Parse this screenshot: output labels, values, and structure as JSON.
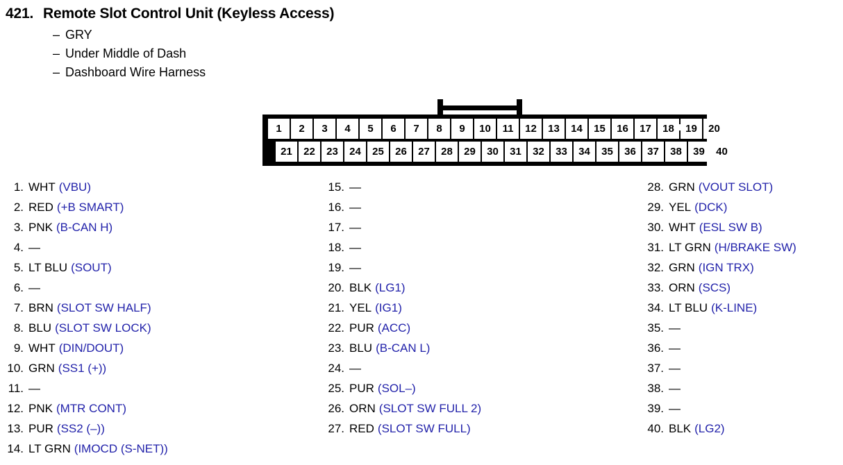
{
  "header": {
    "number": "421.",
    "title": "Remote Slot Control Unit (Keyless Access)",
    "dash": "–",
    "details": [
      "GRY",
      "Under Middle of Dash",
      "Dashboard Wire Harness"
    ]
  },
  "connector": {
    "top_row": [
      "1",
      "2",
      "3",
      "4",
      "5",
      "6",
      "7",
      "8",
      "9",
      "10",
      "11",
      "12",
      "13",
      "14",
      "15",
      "16",
      "17",
      "18",
      "19",
      "20"
    ],
    "bottom_row": [
      "21",
      "22",
      "23",
      "24",
      "25",
      "26",
      "27",
      "28",
      "29",
      "30",
      "31",
      "32",
      "33",
      "34",
      "35",
      "36",
      "37",
      "38",
      "39",
      "40"
    ],
    "latch_spans_pins": "9-12"
  },
  "colors": {
    "signal_blue": "#2222aa",
    "text_black": "#000000",
    "connector_black": "#000000",
    "cell_white": "#ffffff"
  },
  "empty_marker": "—",
  "pins": {
    "column1": [
      {
        "num": "1.",
        "color": "WHT",
        "signal": "(VBU)"
      },
      {
        "num": "2.",
        "color": "RED",
        "signal": "(+B SMART)"
      },
      {
        "num": "3.",
        "color": "PNK",
        "signal": "(B-CAN H)"
      },
      {
        "num": "4.",
        "color": "—",
        "signal": ""
      },
      {
        "num": "5.",
        "color": "LT BLU",
        "signal": "(SOUT)"
      },
      {
        "num": "6.",
        "color": "—",
        "signal": ""
      },
      {
        "num": "7.",
        "color": "BRN",
        "signal": "(SLOT SW HALF)"
      },
      {
        "num": "8.",
        "color": "BLU",
        "signal": "(SLOT SW LOCK)"
      },
      {
        "num": "9.",
        "color": "WHT",
        "signal": "(DIN/DOUT)"
      },
      {
        "num": "10.",
        "color": "GRN",
        "signal": "(SS1 (+))"
      },
      {
        "num": "11.",
        "color": "—",
        "signal": ""
      },
      {
        "num": "12.",
        "color": "PNK",
        "signal": "(MTR CONT)"
      },
      {
        "num": "13.",
        "color": "PUR",
        "signal": "(SS2 (–))"
      },
      {
        "num": "14.",
        "color": "LT GRN",
        "signal": "(IMOCD (S-NET))"
      }
    ],
    "column2": [
      {
        "num": "15.",
        "color": "—",
        "signal": ""
      },
      {
        "num": "16.",
        "color": "—",
        "signal": ""
      },
      {
        "num": "17.",
        "color": "—",
        "signal": ""
      },
      {
        "num": "18.",
        "color": "—",
        "signal": ""
      },
      {
        "num": "19.",
        "color": "—",
        "signal": ""
      },
      {
        "num": "20.",
        "color": "BLK",
        "signal": "(LG1)"
      },
      {
        "num": "21.",
        "color": "YEL",
        "signal": "(IG1)"
      },
      {
        "num": "22.",
        "color": "PUR",
        "signal": "(ACC)"
      },
      {
        "num": "23.",
        "color": "BLU",
        "signal": "(B-CAN L)"
      },
      {
        "num": "24.",
        "color": "—",
        "signal": ""
      },
      {
        "num": "25.",
        "color": "PUR",
        "signal": "(SOL–)"
      },
      {
        "num": "26.",
        "color": "ORN",
        "signal": "(SLOT SW FULL 2)"
      },
      {
        "num": "27.",
        "color": "RED",
        "signal": "(SLOT SW FULL)"
      }
    ],
    "column3": [
      {
        "num": "28.",
        "color": "GRN",
        "signal": "(VOUT SLOT)"
      },
      {
        "num": "29.",
        "color": "YEL",
        "signal": "(DCK)"
      },
      {
        "num": "30.",
        "color": "WHT",
        "signal": "(ESL SW B)"
      },
      {
        "num": "31.",
        "color": "LT GRN",
        "signal": "(H/BRAKE SW)"
      },
      {
        "num": "32.",
        "color": "GRN",
        "signal": "(IGN TRX)"
      },
      {
        "num": "33.",
        "color": "ORN",
        "signal": "(SCS)"
      },
      {
        "num": "34.",
        "color": "LT BLU",
        "signal": "(K-LINE)"
      },
      {
        "num": "35.",
        "color": "—",
        "signal": ""
      },
      {
        "num": "36.",
        "color": "—",
        "signal": ""
      },
      {
        "num": "37.",
        "color": "—",
        "signal": ""
      },
      {
        "num": "38.",
        "color": "—",
        "signal": ""
      },
      {
        "num": "39.",
        "color": "—",
        "signal": ""
      },
      {
        "num": "40.",
        "color": "BLK",
        "signal": "(LG2)"
      }
    ]
  }
}
